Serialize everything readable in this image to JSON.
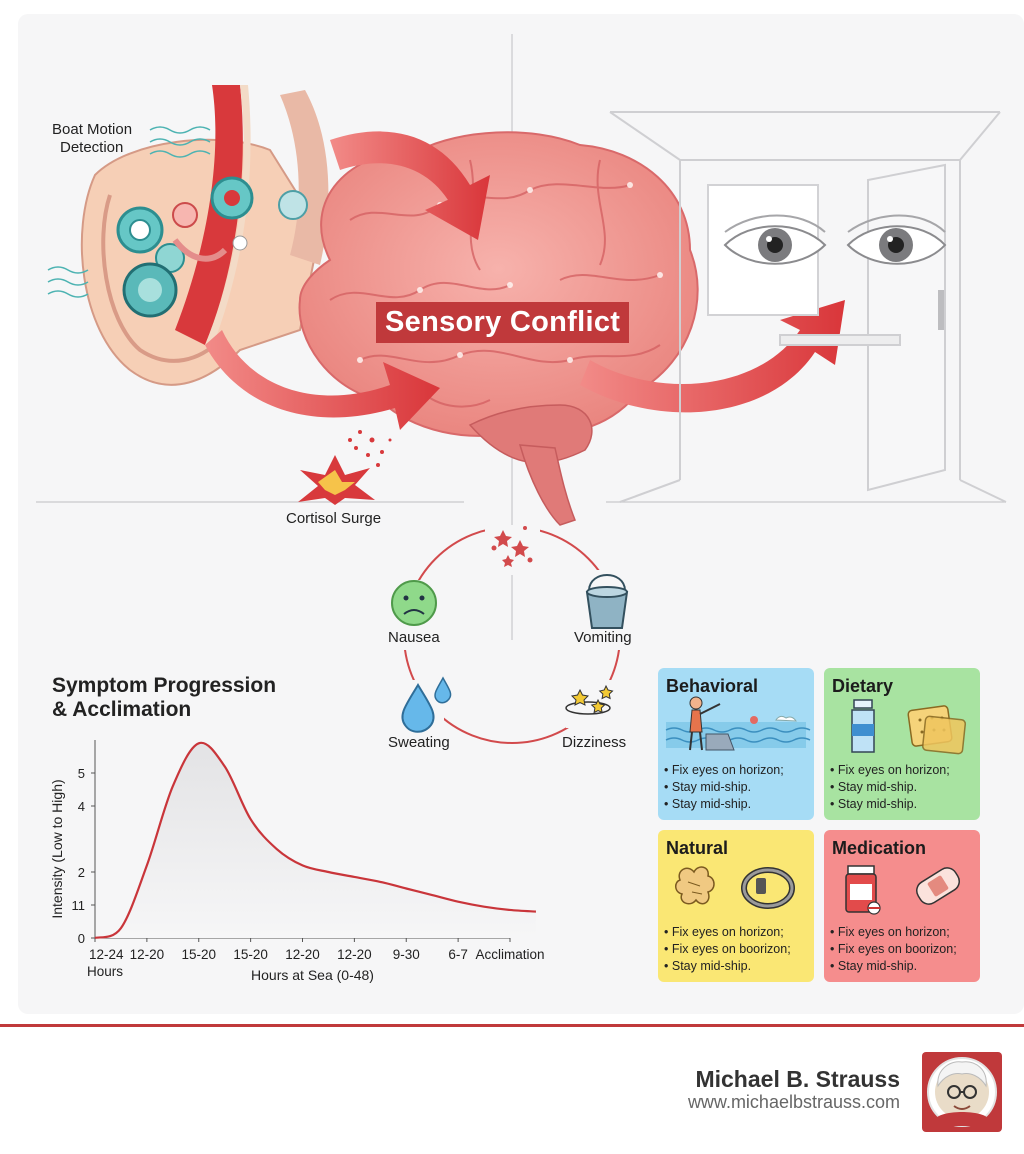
{
  "illustration": {
    "ear_label_1": "Boat Motion",
    "ear_label_2": "Detection",
    "center_label": "Sensory Conflict",
    "cortisol_label": "Cortisol Surge"
  },
  "symptom_cycle": {
    "items": [
      "Nausea",
      "Vomiting",
      "Sweating",
      "Dizziness"
    ]
  },
  "chart_title": [
    "Symptom Progression",
    "& Acclimation"
  ],
  "chart_data": {
    "type": "line",
    "title": "Symptom Progression & Acclimation",
    "xlabel": "Hours at Sea (0-48)",
    "ylabel": "Intensity (Low to High)",
    "x_tick_labels": [
      "12-24",
      "12-20",
      "15-20",
      "15-20",
      "12-20",
      "12-20",
      "9-30",
      "6-7",
      "Acclimation"
    ],
    "x_tick_sublabel": "Hours",
    "y_tick_labels": [
      "0",
      "11",
      "2",
      "4",
      "5"
    ],
    "series": [
      {
        "x_index": [
          0,
          0.5,
          1,
          1.5,
          2,
          2.5,
          3,
          3.5,
          4,
          4.5,
          5,
          5.5,
          6,
          6.5,
          7,
          7.5,
          8,
          8.5
        ],
        "intensity": [
          0,
          0.3,
          2.2,
          4.6,
          5.9,
          5.2,
          3.6,
          2.7,
          2.2,
          2.0,
          1.85,
          1.7,
          1.5,
          1.3,
          1.1,
          0.95,
          0.85,
          0.8
        ]
      }
    ],
    "ylim": [
      0,
      6
    ]
  },
  "remedies": [
    {
      "title": "Behavioral",
      "items": [
        "Fix eyes on horizon;",
        "Stay mid-ship.",
        "Stay mid-ship."
      ],
      "color": "#a6dcf5"
    },
    {
      "title": "Dietary",
      "items": [
        "Fix eyes on horizon;",
        "Stay mid-ship.",
        "Stay mid-ship."
      ],
      "color": "#a8e3a1"
    },
    {
      "title": "Natural",
      "items": [
        "Fix eyes on horizon;",
        "Fix eyes on boorizon;",
        "Stay mid-ship."
      ],
      "color": "#fae774"
    },
    {
      "title": "Medication",
      "items": [
        "Fix eyes on horizon;",
        "Fix eyes on boorizon;",
        "Stay mid-ship."
      ],
      "color": "#f58d8d"
    }
  ],
  "footer": {
    "name": "Michael B. Strauss",
    "url": "www.michaelbstrauss.com",
    "accent": "#c0393b"
  },
  "icons": [
    "ear-illustration",
    "brain-illustration",
    "eye-icon",
    "cabin-illustration",
    "sad-face-icon",
    "bucket-icon",
    "droplet-icon",
    "stars-icon",
    "person-horizon-icon",
    "water-bottle-icon",
    "cracker-icon",
    "ginger-icon",
    "wristband-icon",
    "pill-bottle-icon",
    "patch-icon",
    "avatar"
  ]
}
